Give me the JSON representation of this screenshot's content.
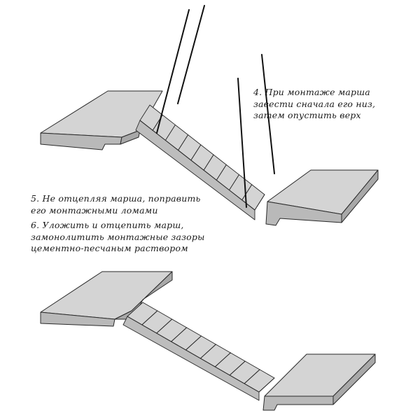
{
  "notes": {
    "step4": {
      "lines": [
        "4. При монтаже марша",
        "завести сначала его низ,",
        "затем опустить верх"
      ]
    },
    "step5": {
      "lines": [
        "5. Не отцепляя марша, поправить",
        "его монтажными ломами"
      ]
    },
    "step6": {
      "lines": [
        "6. Уложить и отцепить марш,",
        "замонолитить монтажные зазоры",
        "цементно-песчаным раствором"
      ]
    }
  },
  "colors": {
    "top_face": "#d4d4d4",
    "side_face": "#b9b9b9",
    "edge": "#2a2a2a",
    "rope": "#111111"
  },
  "icons": [
    "stair-flight",
    "landing-slab",
    "lifting-rope"
  ]
}
